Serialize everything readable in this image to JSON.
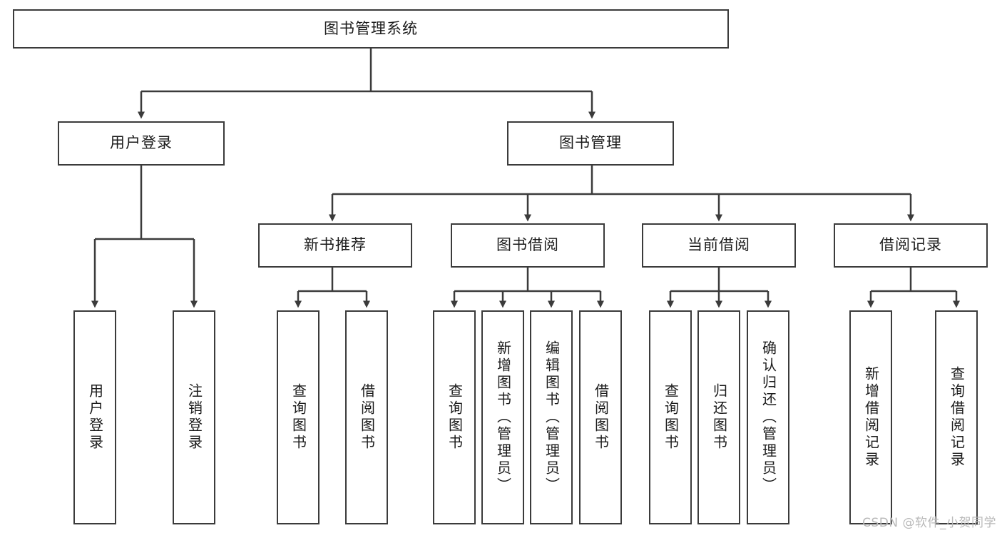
{
  "diagram": {
    "title": "图书管理系统",
    "type": "tree",
    "root": {
      "label": "图书管理系统"
    },
    "level2": [
      {
        "label": "用户登录"
      },
      {
        "label": "图书管理"
      }
    ],
    "level3": [
      {
        "label": "新书推荐"
      },
      {
        "label": "图书借阅"
      },
      {
        "label": "当前借阅"
      },
      {
        "label": "借阅记录"
      }
    ],
    "leaves": {
      "user_login": [
        {
          "label": "用户登录"
        },
        {
          "label": "注销登录"
        }
      ],
      "new_book_recommend": [
        {
          "label": "查询图书"
        },
        {
          "label": "借阅图书"
        }
      ],
      "book_borrow": [
        {
          "label": "查询图书"
        },
        {
          "label": "新增图书（管理员）"
        },
        {
          "label": "编辑图书（管理员）"
        },
        {
          "label": "借阅图书"
        }
      ],
      "current_borrow": [
        {
          "label": "查询图书"
        },
        {
          "label": "归还图书"
        },
        {
          "label": "确认归还（管理员）"
        }
      ],
      "borrow_record": [
        {
          "label": "新增借阅记录"
        },
        {
          "label": "查询借阅记录"
        }
      ]
    }
  },
  "watermark": {
    "text": "CSDN @软件_小贺同学"
  },
  "colors": {
    "stroke": "#3b3b3b",
    "background": "#ffffff",
    "text": "#1b1b1b",
    "watermark": "#b9b9b9"
  }
}
